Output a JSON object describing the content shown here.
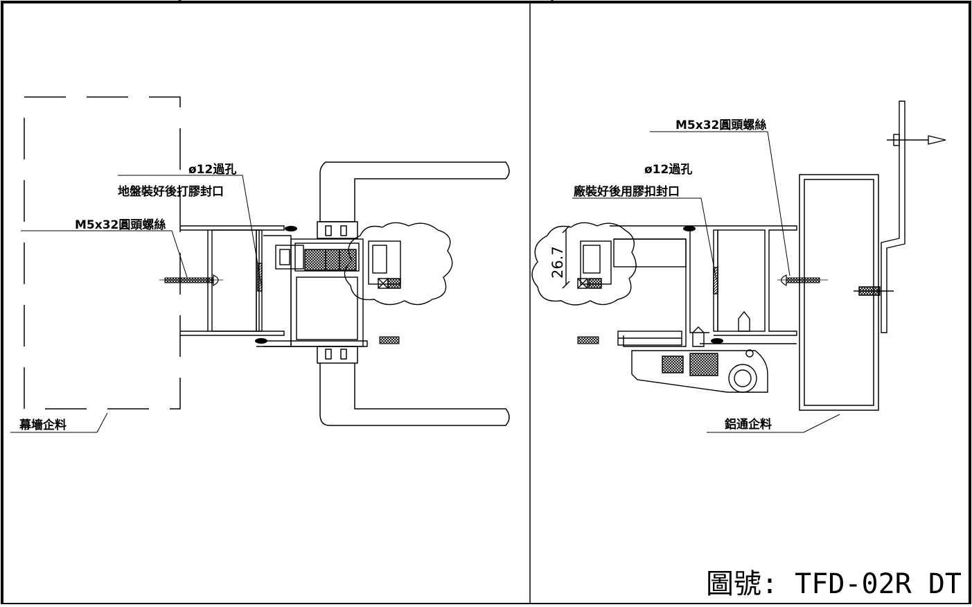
{
  "left_panel": {
    "hole_label": "ø12過孔",
    "seal_note": "地盤裝好後打膠封口",
    "screw_label": "M5x32圓頭螺絲",
    "mullion_label": "幕墻企料"
  },
  "right_panel": {
    "screw_label": "M5x32圓頭螺絲",
    "hole_label": "ø12過孔",
    "seal_note": "廠裝好後用膠扣封口",
    "dimension": "26.7",
    "mullion_label": "鋁通企料"
  },
  "drawing_number": "圖號: TFD-02R DT"
}
